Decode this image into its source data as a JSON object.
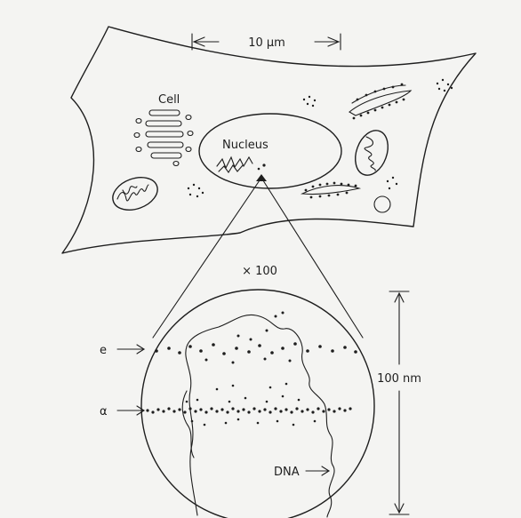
{
  "labels": {
    "scale_top": "10 µm",
    "cell": "Cell",
    "nucleus": "Nucleus",
    "magnification": "× 100",
    "scale_side": "100 nm",
    "e_marker": "e",
    "alpha_marker": "α",
    "dna": "DNA"
  }
}
